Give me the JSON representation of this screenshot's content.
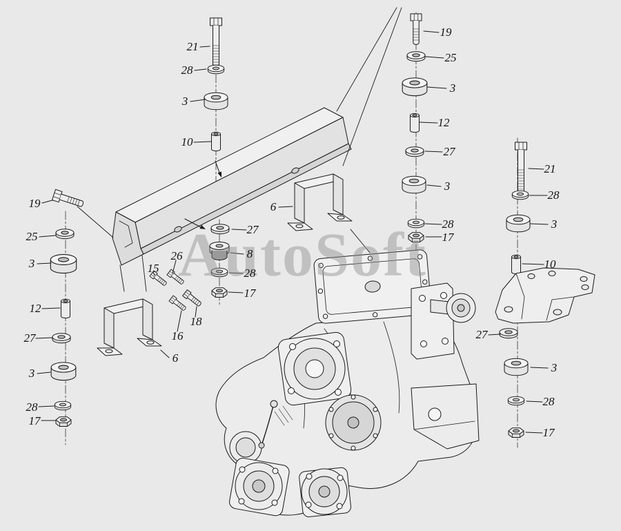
{
  "page": {
    "background_color": "#e9e9e9",
    "line_color": "#1a1a1a"
  },
  "watermark": {
    "text": "AutoSoft",
    "color": "#8f8f8f"
  },
  "callouts": [
    {
      "id": "top-bolt",
      "label": "21"
    },
    {
      "id": "top-washer",
      "label": "28"
    },
    {
      "id": "top-cushion",
      "label": "3"
    },
    {
      "id": "top-spacer",
      "label": "10"
    },
    {
      "id": "left-bolt",
      "label": "19"
    },
    {
      "id": "left-washer-25",
      "label": "25"
    },
    {
      "id": "left-cushion-a",
      "label": "3"
    },
    {
      "id": "left-spacer",
      "label": "12"
    },
    {
      "id": "left-washer-27",
      "label": "27"
    },
    {
      "id": "left-cushion-b",
      "label": "3"
    },
    {
      "id": "left-washer-28",
      "label": "28"
    },
    {
      "id": "left-nut",
      "label": "17"
    },
    {
      "id": "left-bracket",
      "label": "6"
    },
    {
      "id": "mid-bracket",
      "label": "6"
    },
    {
      "id": "mid-washer-27",
      "label": "27"
    },
    {
      "id": "mid-mount",
      "label": "8"
    },
    {
      "id": "mid-washer-28",
      "label": "28"
    },
    {
      "id": "mid-nut",
      "label": "17"
    },
    {
      "id": "mid-bolt-15",
      "label": "15"
    },
    {
      "id": "mid-bolt-26",
      "label": "26"
    },
    {
      "id": "mid-bolt-16",
      "label": "16"
    },
    {
      "id": "mid-bolt-18",
      "label": "18"
    },
    {
      "id": "topright-bolt",
      "label": "19"
    },
    {
      "id": "topright-washer-25",
      "label": "25"
    },
    {
      "id": "topright-cushion-a",
      "label": "3"
    },
    {
      "id": "topright-spacer",
      "label": "12"
    },
    {
      "id": "topright-washer-27",
      "label": "27"
    },
    {
      "id": "topright-cushion-b",
      "label": "3"
    },
    {
      "id": "topright-washer-28",
      "label": "28"
    },
    {
      "id": "topright-nut",
      "label": "17"
    },
    {
      "id": "right-bolt",
      "label": "21"
    },
    {
      "id": "right-washer-28a",
      "label": "28"
    },
    {
      "id": "right-cushion-a",
      "label": "3"
    },
    {
      "id": "right-spacer",
      "label": "10"
    },
    {
      "id": "right-washer-27",
      "label": "27"
    },
    {
      "id": "right-cushion-b",
      "label": "3"
    },
    {
      "id": "right-washer-28b",
      "label": "28"
    },
    {
      "id": "right-nut",
      "label": "17"
    }
  ]
}
